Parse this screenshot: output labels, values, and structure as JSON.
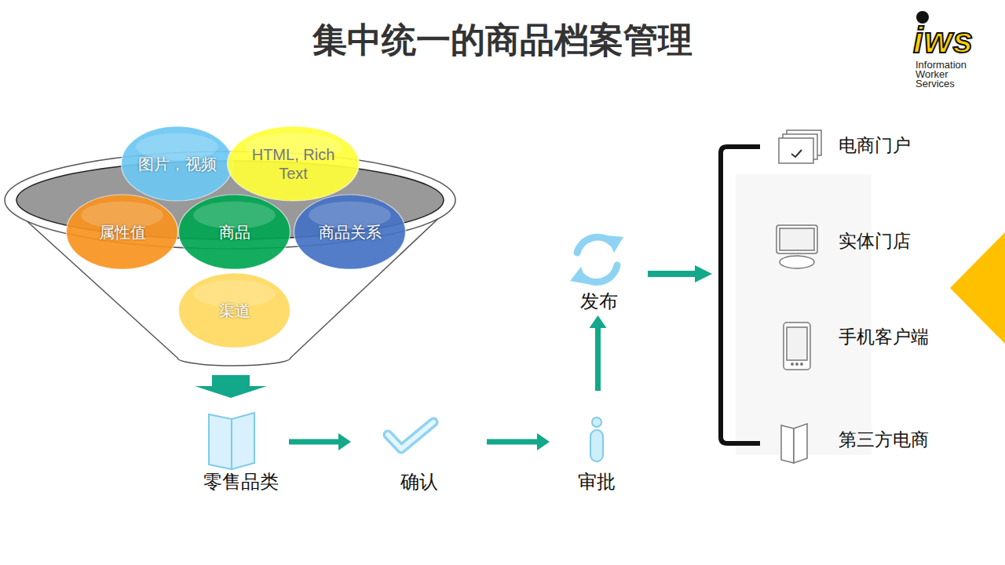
{
  "diagram": {
    "title": "集中统一的商品档案管理",
    "nodes": [
      {
        "text": [
          "图片，视频"
        ]
      },
      {
        "text": [
          "HTML, Rich Text"
        ]
      },
      {
        "text": [
          "属性值"
        ]
      },
      {
        "text": [
          "商品"
        ]
      },
      {
        "text": [
          "商品关系"
        ]
      },
      {
        "text": [
          "渠道"
        ]
      },
      {
        "text": [
          "零售品类"
        ]
      },
      {
        "text": [
          "确认"
        ]
      },
      {
        "text": [
          "审批"
        ]
      },
      {
        "text": [
          "发布"
        ]
      },
      {
        "text": [
          "电商门户"
        ]
      },
      {
        "text": [
          "实体门店"
        ]
      },
      {
        "text": [
          "手机客户端"
        ]
      },
      {
        "text": [
          "第三方电商"
        ]
      }
    ],
    "edges": [
      {
        "from": 6,
        "to": 7,
        "arrow": "to"
      },
      {
        "from": 7,
        "to": 8,
        "arrow": "to"
      },
      {
        "from": 8,
        "to": 9,
        "arrow": "to"
      }
    ],
    "labels": [
      "iws",
      "Information Worker Services"
    ]
  }
}
